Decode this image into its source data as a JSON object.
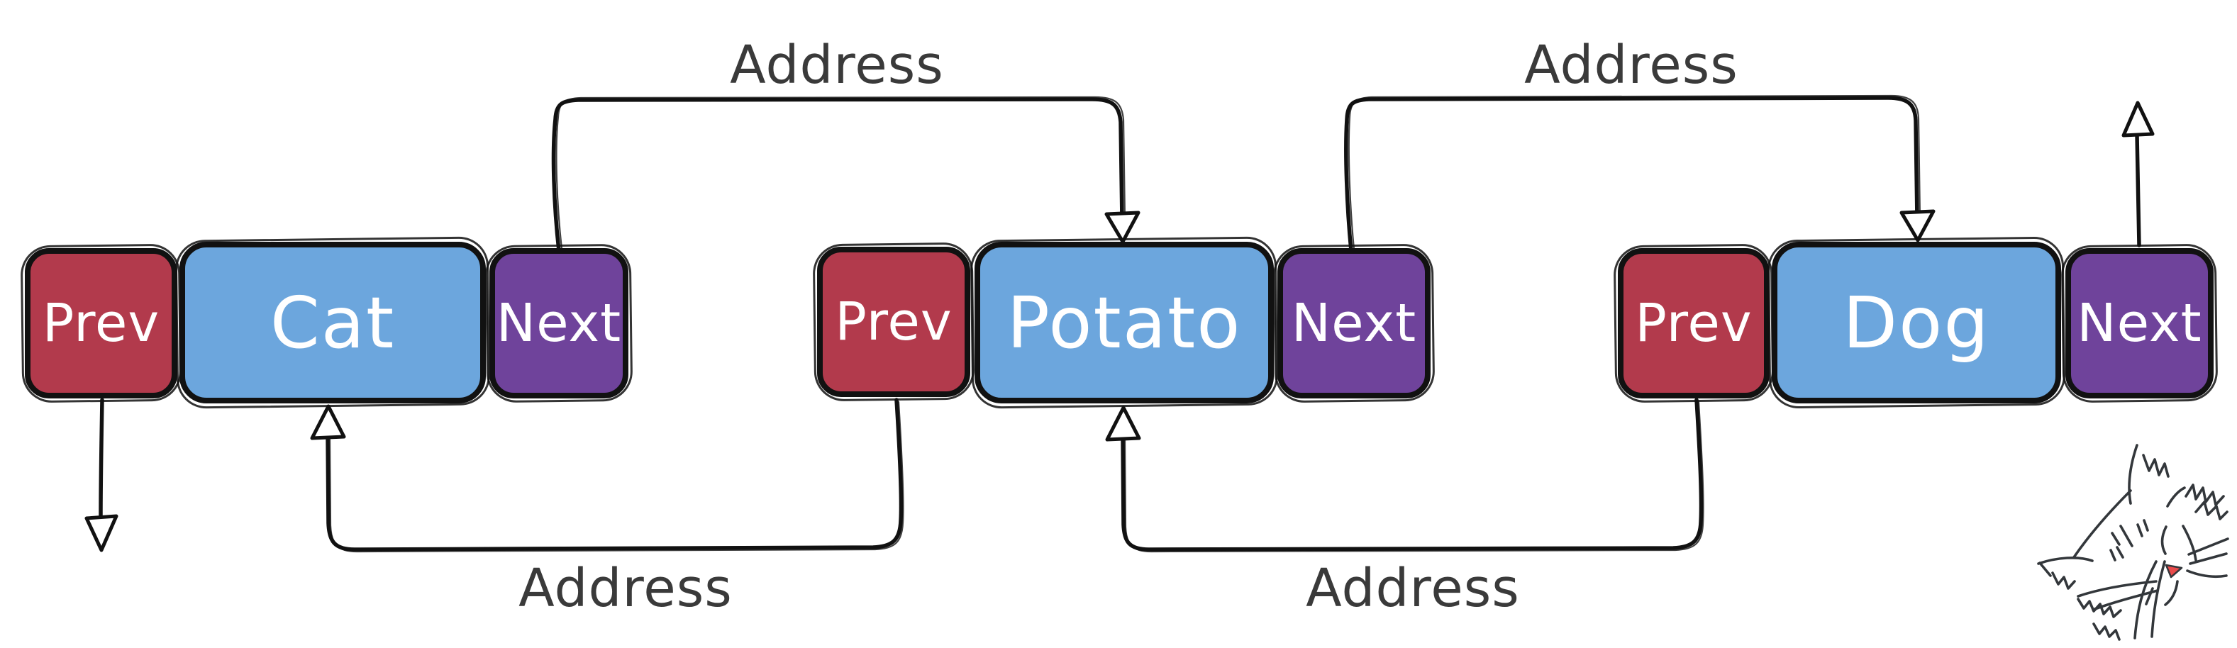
{
  "diagram": {
    "type": "doubly-linked-list",
    "nodes": [
      {
        "value": "Cat",
        "prev_label": "Prev",
        "next_label": "Next"
      },
      {
        "value": "Potato",
        "prev_label": "Prev",
        "next_label": "Next"
      },
      {
        "value": "Dog",
        "prev_label": "Prev",
        "next_label": "Next"
      }
    ],
    "edges": {
      "cat_next_to_potato": {
        "label": "Address"
      },
      "potato_next_to_dog": {
        "label": "Address"
      },
      "potato_prev_to_cat": {
        "label": "Address"
      },
      "dog_prev_to_potato": {
        "label": "Address"
      }
    },
    "null_pointers": [
      "cat-prev-down-arrow",
      "dog-next-up-arrow"
    ],
    "colors": {
      "prev_box": "#b23a4c",
      "value_box": "#6ca6dd",
      "next_box": "#6f439b",
      "outline": "#111111",
      "address_text": "#3a3a3a",
      "box_text": "#ffffff",
      "cat_nose": "#e94b4b"
    },
    "decor": {
      "cat_sketch": "sleeping-cat-doodle"
    }
  }
}
